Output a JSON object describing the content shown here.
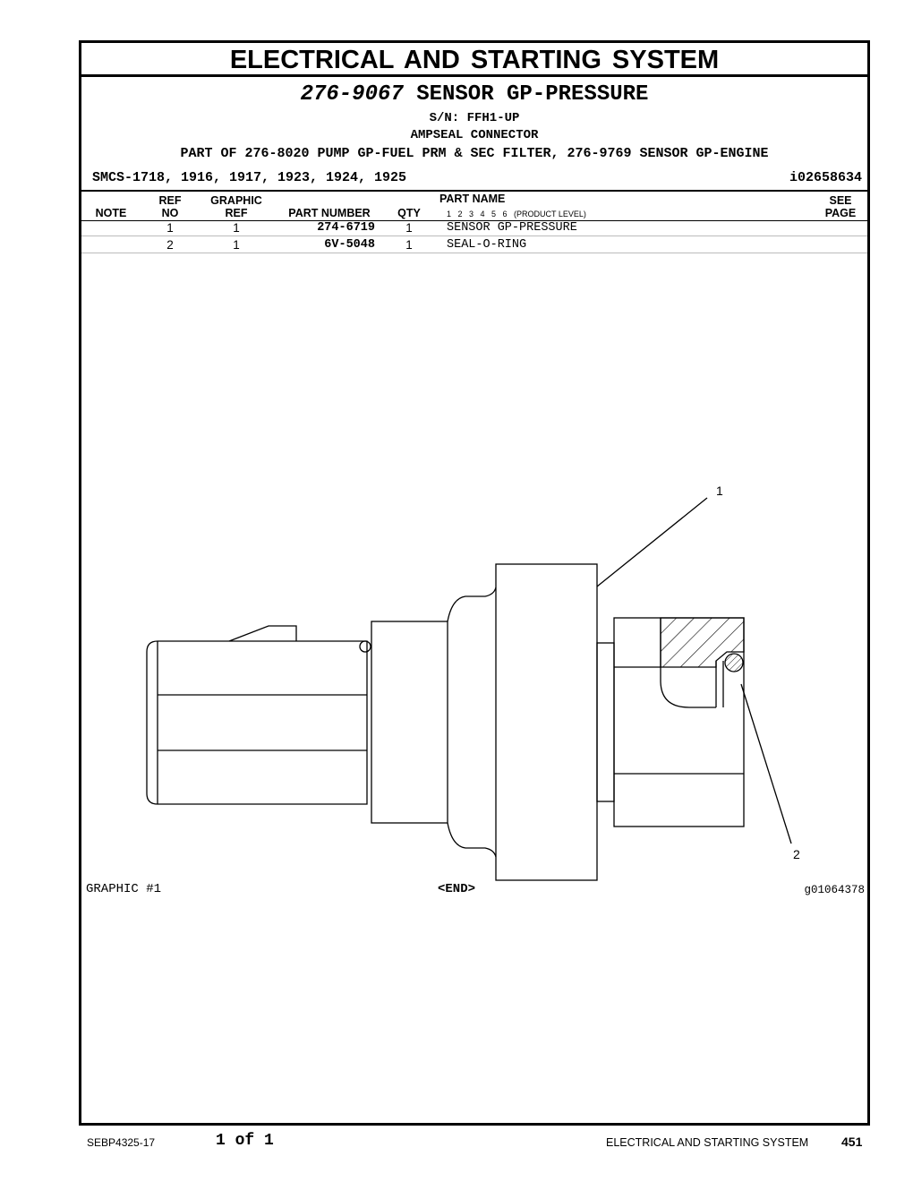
{
  "section_title": "ELECTRICAL AND STARTING SYSTEM",
  "group": {
    "number": "276-9067",
    "name": "SENSOR GP-PRESSURE",
    "serial": "S/N: FFH1-UP",
    "connector": "AMPSEAL CONNECTOR",
    "part_of": "PART OF 276-8020 PUMP GP-FUEL PRM & SEC FILTER, 276-9769 SENSOR GP-ENGINE"
  },
  "smcs": "SMCS-1718, 1916, 1917, 1923, 1924, 1925",
  "ident": "i02658634",
  "table": {
    "headers": {
      "note": "NOTE",
      "ref_top": "REF",
      "ref_bottom": "NO",
      "graphic_top": "GRAPHIC",
      "graphic_bottom": "REF",
      "part_number": "PART NUMBER",
      "qty": "QTY",
      "part_name": "PART NAME",
      "levels": "1   2   3   4   5   6   (PRODUCT LEVEL)",
      "see_top": "SEE",
      "see_bottom": "PAGE"
    },
    "rows": [
      {
        "ref": "1",
        "graphic_ref": "1",
        "part_number": "274-6719",
        "qty": "1",
        "name": "SENSOR GP-PRESSURE"
      },
      {
        "ref": "2",
        "graphic_ref": "1",
        "part_number": "6V-5048",
        "qty": "1",
        "name": "SEAL-O-RING"
      }
    ]
  },
  "graphic": {
    "label": "GRAPHIC #1",
    "end": "<END>",
    "id": "g01064378",
    "callouts": [
      "1",
      "2"
    ]
  },
  "footer": {
    "doc": "SEBP4325-17",
    "page_of": "1 of 1",
    "section": "ELECTRICAL AND STARTING SYSTEM",
    "page": "451"
  }
}
